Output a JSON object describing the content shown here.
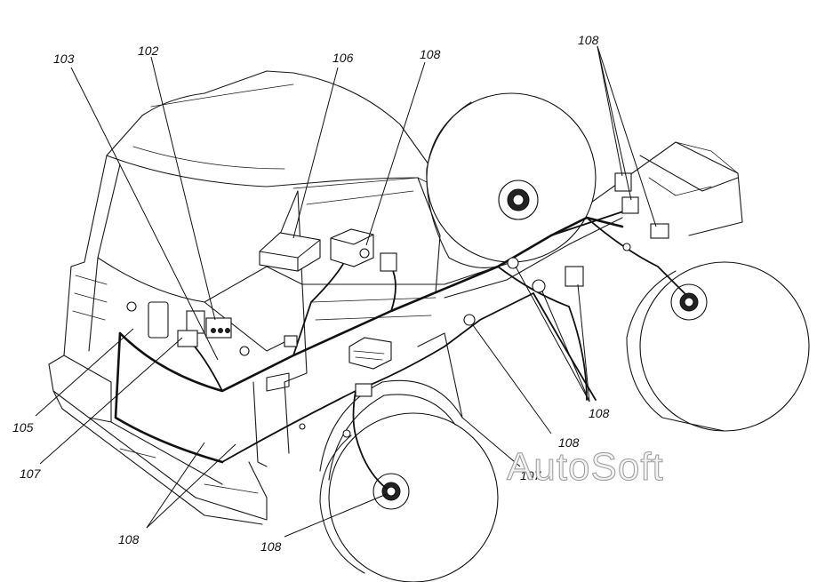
{
  "callouts": {
    "c103": "103",
    "c102": "102",
    "c106": "106",
    "c108_top": "108",
    "c108_topright": "108",
    "c108_right": "108",
    "c108_mid": "108",
    "c107_right": "107",
    "c105": "105",
    "c107_left": "107",
    "c108_bottomleft": "108",
    "c108_bottom": "108"
  },
  "watermark": "AutoSoft"
}
